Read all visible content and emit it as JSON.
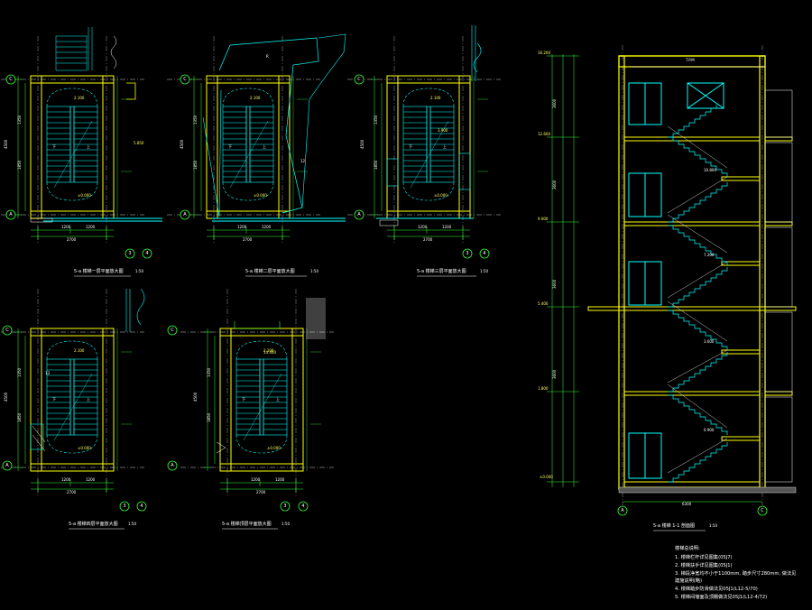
{
  "plans": [
    {
      "id": "p1",
      "title": "5-a 楼梯一层平面放大图",
      "scale": "1:50"
    },
    {
      "id": "p2",
      "title": "5-a 楼梯二层平面放大图",
      "scale": "1:50"
    },
    {
      "id": "p3",
      "title": "5-a 楼梯三层平面放大图",
      "scale": "1:50"
    },
    {
      "id": "p4",
      "title": "5-a 楼梯四层平面放大图",
      "scale": "1:50"
    },
    {
      "id": "p5",
      "title": "5-a 楼梯顶层平面放大图",
      "scale": "1:50"
    }
  ],
  "section": {
    "title": "5-a 楼梯 1-1 剖面图",
    "scale": "1:50"
  },
  "grid_labels": {
    "top": "C",
    "bottom": "A",
    "left_col": "3",
    "right_col": "4",
    "section_left": "A",
    "section_right": "C"
  },
  "notes": {
    "heading": "楼梯总说明:",
    "lines": [
      "1. 楼梯栏杆详见图集(05J7)",
      "2. 楼梯扶手详见图集(05J1)",
      "3. 梯段净宽均不小于1100mm, 踏步尺寸280mm, 做法见",
      "   建施说明(略)",
      "4. 楼梯踏步防滑做法见05J1(L12-5/70)",
      "5. 楼梯间墙面及顶棚做法见05J1(L12-4/72)"
    ]
  },
  "colors": {
    "wall": "#ffff00",
    "window": "#00ffff",
    "dim": "#33ff33",
    "text": "#ffffff",
    "stair": "#00ffff"
  }
}
